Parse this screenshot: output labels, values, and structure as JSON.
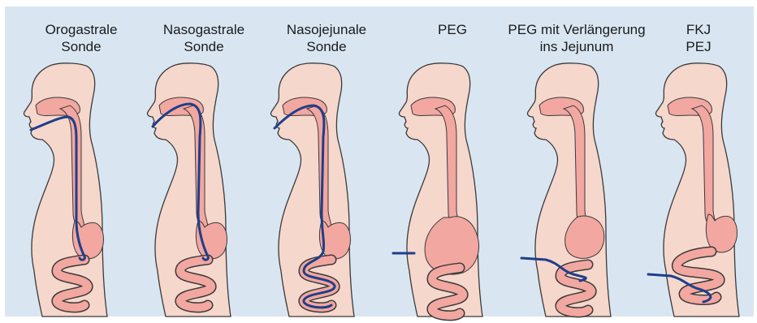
{
  "colors": {
    "background": "#d9e6f2",
    "body_fill": "#f6d7cc",
    "body_stroke": "#3a3a3a",
    "organ_fill": "#f2a7a0",
    "tube": "#1e3f8a"
  },
  "panels": [
    {
      "line1": "Orogastrale",
      "line2": "Sonde",
      "tube": "orogastric"
    },
    {
      "line1": "Nasogastrale",
      "line2": "Sonde",
      "tube": "nasogastric"
    },
    {
      "line1": "Nasojejunale",
      "line2": "Sonde",
      "tube": "nasojejunal"
    },
    {
      "line1": "PEG",
      "line2": "",
      "tube": "peg"
    },
    {
      "line1": "PEG mit Verlängerung",
      "line2": "ins Jejunum",
      "tube": "peg-jejunum"
    },
    {
      "line1": "FKJ",
      "line2": "PEJ",
      "tube": "fkj-pej"
    }
  ]
}
